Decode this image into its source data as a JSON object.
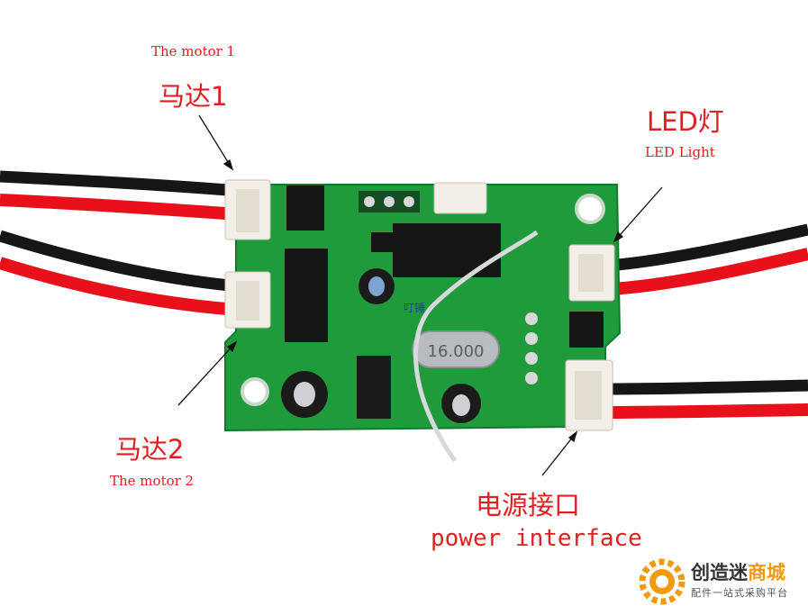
{
  "labels": {
    "motor1_en": "The motor 1",
    "motor1_zh": "马达1",
    "led_zh": "LED灯",
    "led_en": "LED Light",
    "motor2_zh": "马达2",
    "motor2_en": "The motor 2",
    "power_zh": "电源接口",
    "power_en": "power interface"
  },
  "board": {
    "crystal_marking": "16.000"
  },
  "watermark": {
    "title_part1": "创造迷",
    "title_part2": "商城",
    "subtitle": "配件一站式采购平台",
    "board_text": "叮锤"
  },
  "colors": {
    "label": "#e02020",
    "pcb": "#1f9b3c",
    "wire_red": "#e8101a",
    "wire_black": "#161616",
    "accent": "#f39a12"
  }
}
